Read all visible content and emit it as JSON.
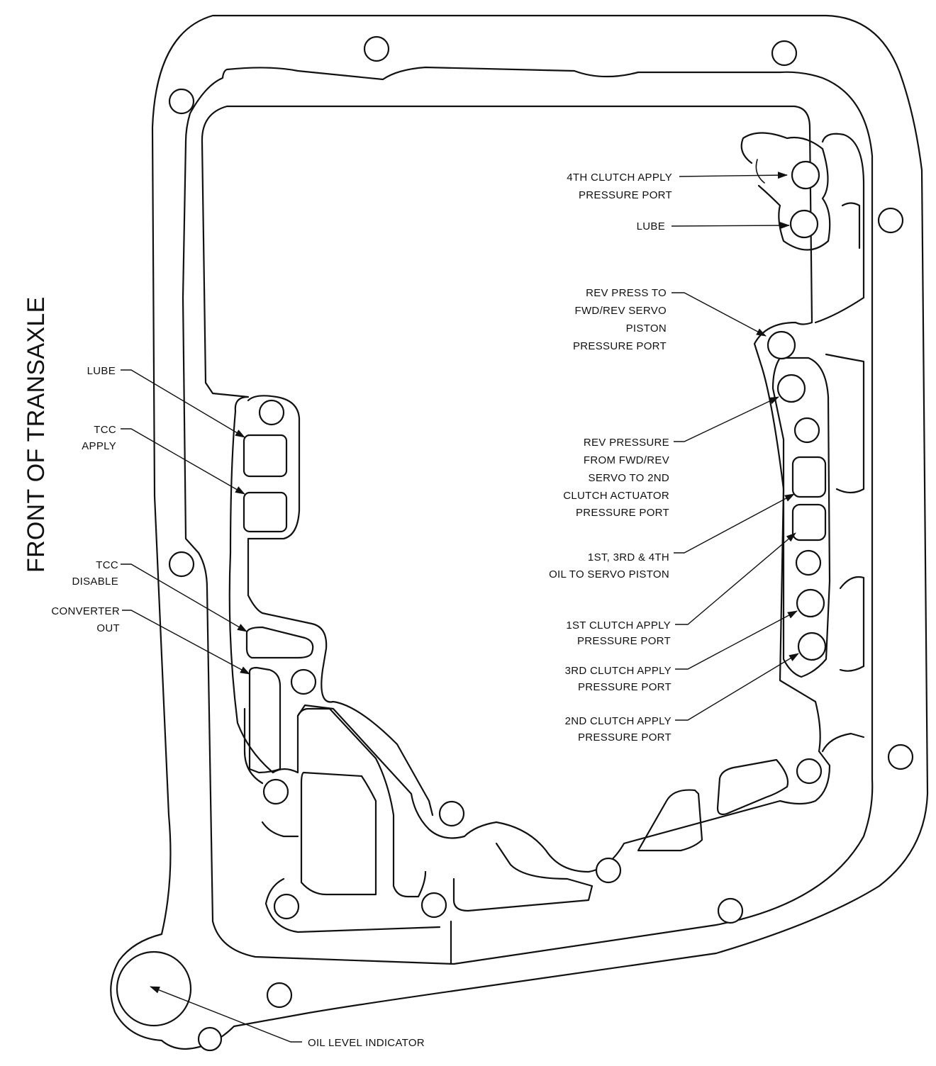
{
  "side_title": "FRONT OF TRANSAXLE",
  "colors": {
    "line": "#111111",
    "background": "#ffffff"
  },
  "labels": {
    "clutch4": [
      "4TH CLUTCH APPLY",
      "PRESSURE PORT"
    ],
    "lube_right": [
      "LUBE"
    ],
    "rev_press": [
      "REV PRESS TO",
      "FWD/REV SERVO",
      "PISTON",
      "PRESSURE PORT"
    ],
    "rev_pressure": [
      "REV PRESSURE",
      "FROM FWD/REV",
      "SERVO TO 2ND",
      "CLUTCH ACTUATOR",
      "PRESSURE PORT"
    ],
    "oil_servo": [
      "1ST, 3RD & 4TH",
      "OIL TO SERVO PISTON"
    ],
    "clutch1": [
      "1ST CLUTCH APPLY",
      "PRESSURE PORT"
    ],
    "clutch3": [
      "3RD CLUTCH APPLY",
      "PRESSURE PORT"
    ],
    "clutch2": [
      "2ND CLUTCH APPLY",
      "PRESSURE PORT"
    ],
    "lube_left": [
      "LUBE"
    ],
    "tcc_apply": [
      "TCC",
      "APPLY"
    ],
    "tcc_disable": [
      "TCC",
      "DISABLE"
    ],
    "converter_out": [
      "CONVERTER",
      "OUT"
    ],
    "oil_level": [
      "OIL LEVEL INDICATOR"
    ]
  }
}
